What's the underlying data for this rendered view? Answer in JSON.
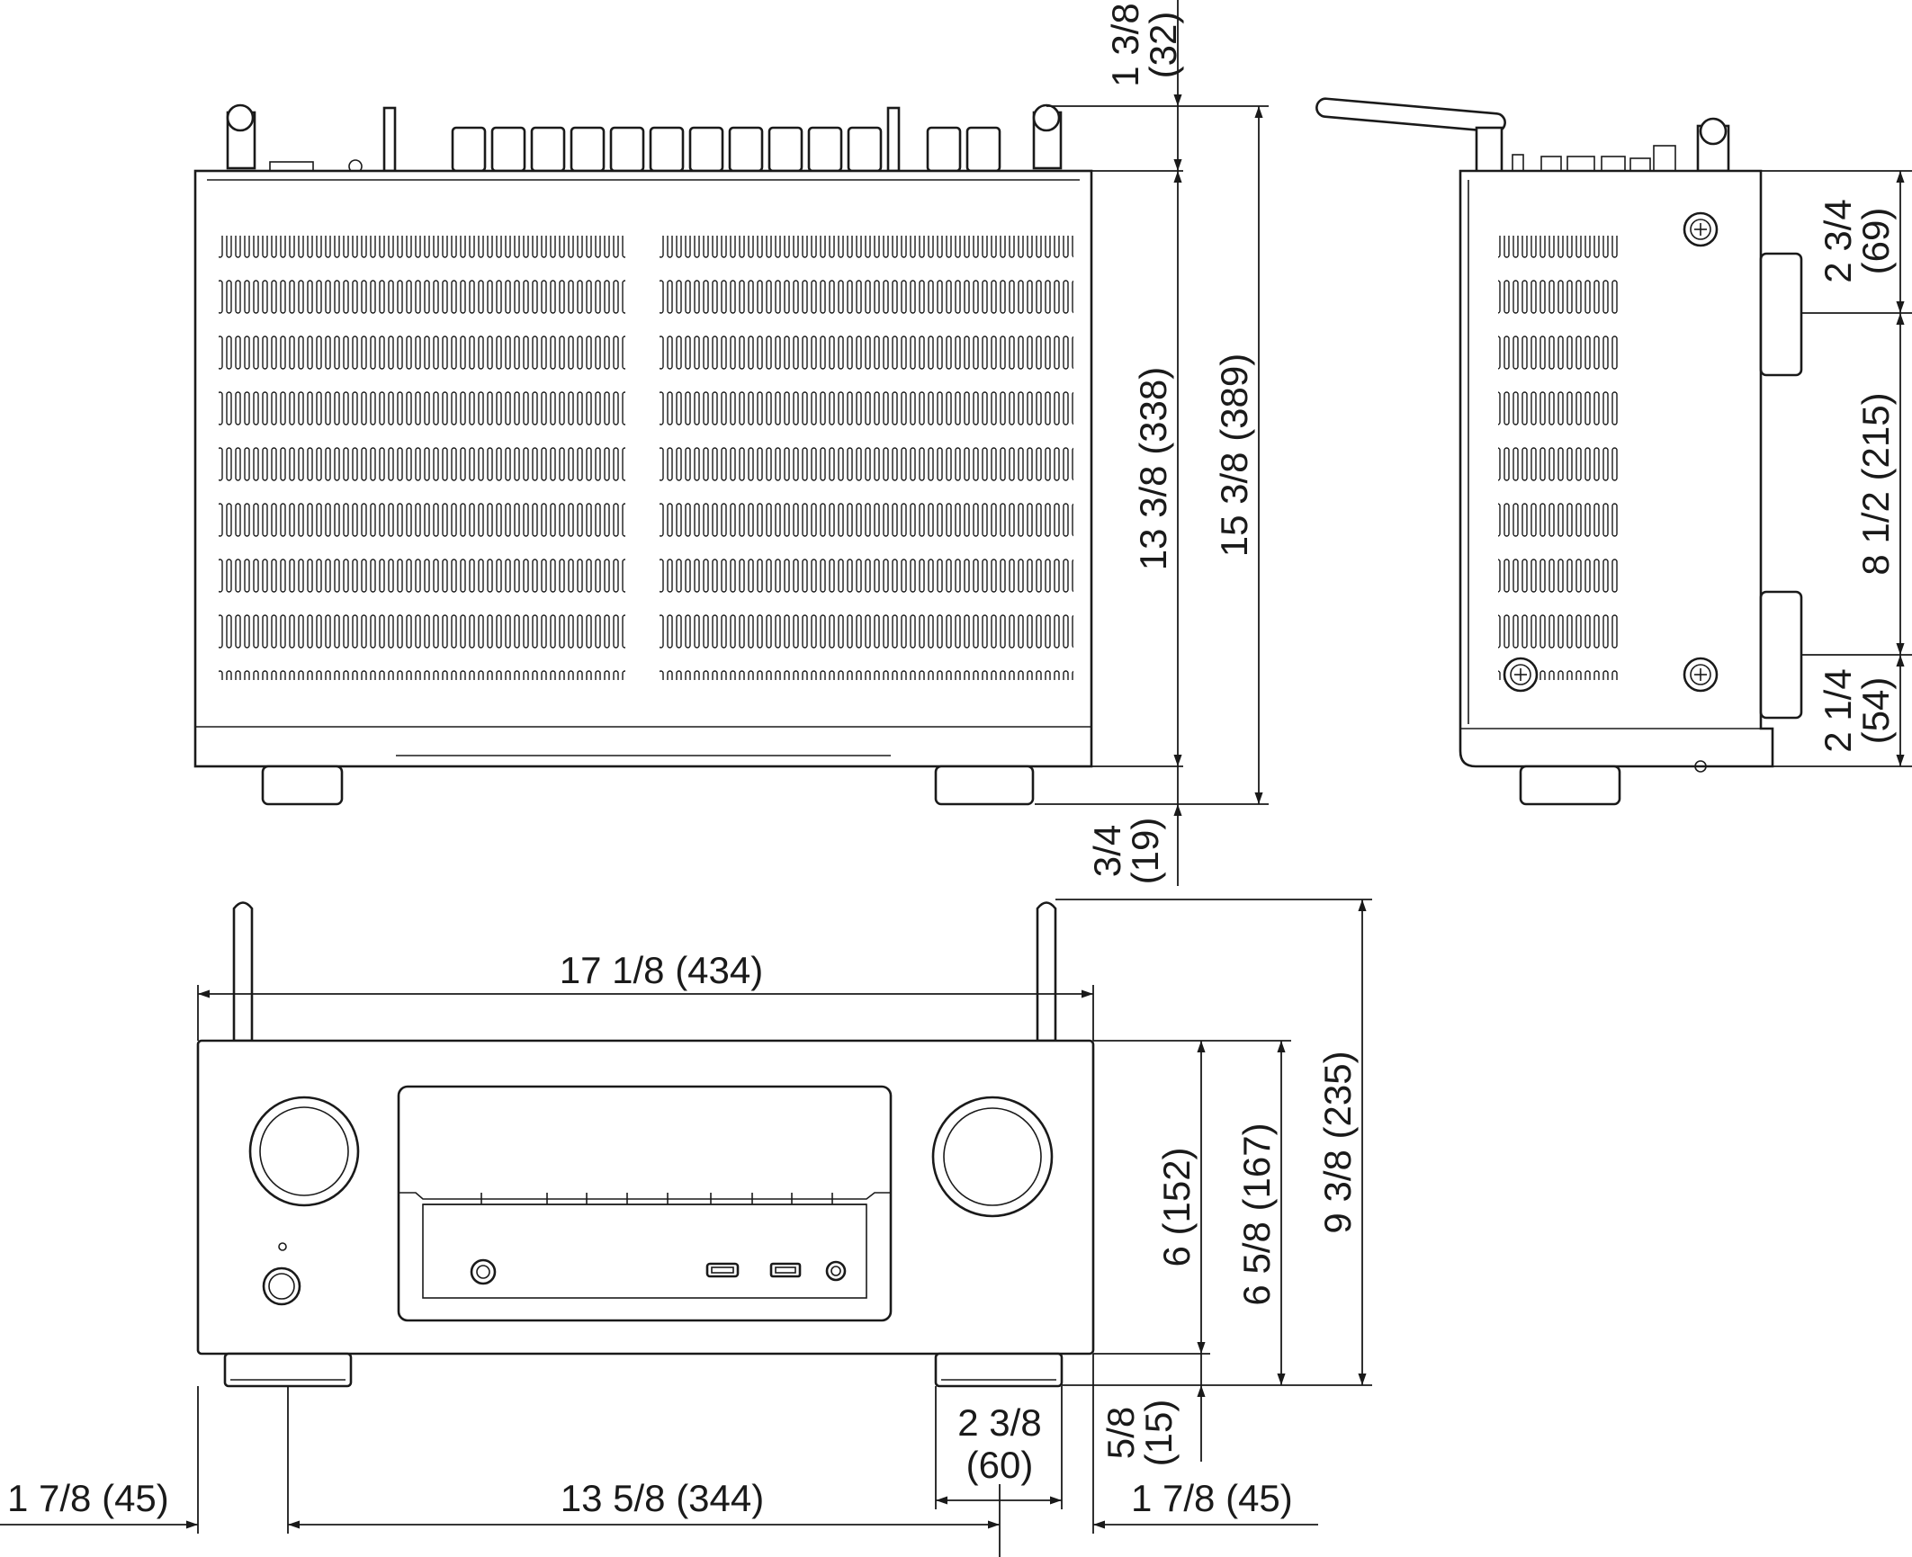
{
  "diagram": {
    "top_view": {
      "clearance_top": [
        "1 3/8",
        "(32)"
      ],
      "body_depth": "13 3/8 (338)",
      "total_depth": "15 3/8 (389)",
      "clearance_bottom": [
        "3/4",
        "(19)"
      ]
    },
    "side_view": {
      "upper_segment": [
        "2 3/4",
        "(69)"
      ],
      "middle_segment": "8 1/2 (215)",
      "lower_segment": [
        "2 1/4",
        "(54)"
      ]
    },
    "front_view": {
      "width": "17 1/8 (434)",
      "body_height": "6 (152)",
      "height_with_feet": "6 5/8 (167)",
      "total_height": "9 3/8 (235)",
      "foot_height": [
        "5/8",
        "(15)"
      ],
      "foot_width": [
        "2 3/8",
        "(60)"
      ],
      "left_foot_offset": "1 7/8 (45)",
      "foot_spacing": "13 5/8 (344)",
      "right_foot_offset": "1 7/8 (45)"
    }
  }
}
